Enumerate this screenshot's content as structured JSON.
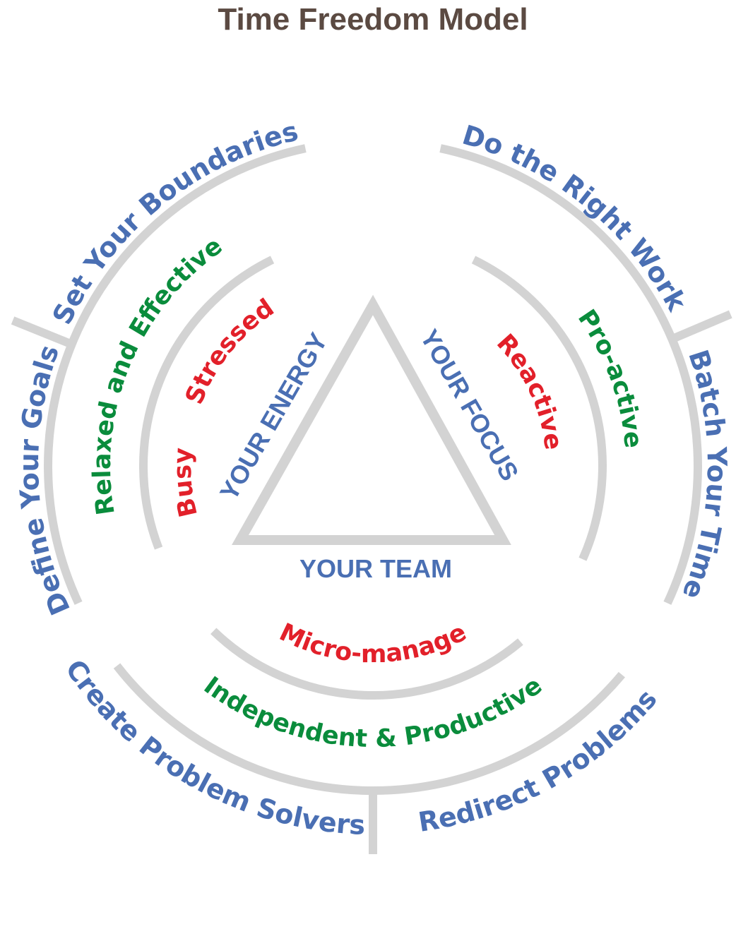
{
  "title": "Time Freedom Model",
  "core": {
    "energy": "YOUR ENERGY",
    "focus": "YOUR FOCUS",
    "team": "YOUR TEAM"
  },
  "labels": {
    "set_boundaries": "Set Your Boundaries",
    "define_goals": "Define Your Goals",
    "right_work": "Do the Right Work",
    "batch_time": "Batch Your Time",
    "problem_solvers": "Create Problem Solvers",
    "redirect_problems": "Redirect Problems",
    "relaxed": "Relaxed and Effective",
    "proactive": "Pro-active",
    "independent": "Independent & Productive",
    "busy": "Busy",
    "stressed": "Stressed",
    "reactive": "Reactive",
    "micromanage": "Micro-manage"
  },
  "colors": {
    "blue": "#4a6fb3",
    "green": "#0a8c3c",
    "red": "#e2202a",
    "gray": "#d3d3d3",
    "title": "#5b4a42"
  }
}
